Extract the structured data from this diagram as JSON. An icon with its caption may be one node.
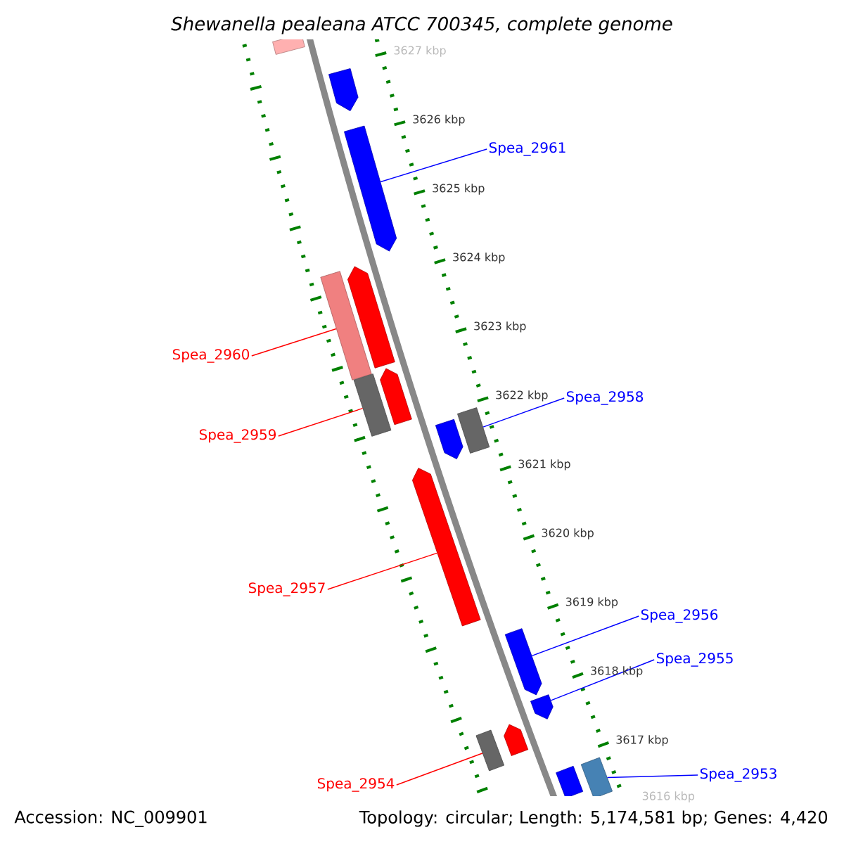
{
  "diagram": {
    "title": "Shewanella pealeana ATCC 700345, complete genome",
    "nodes": [
      {
        "text": [],
        "shape": "box"
      },
      {
        "text": [],
        "shape": "pentagon"
      },
      {
        "text": [],
        "shape": "pentagon"
      },
      {
        "text": [],
        "shape": "pentagon"
      },
      {
        "text": [],
        "shape": "box"
      },
      {
        "text": [],
        "shape": "pentagon"
      },
      {
        "text": [],
        "shape": "box"
      },
      {
        "text": [],
        "shape": "box"
      },
      {
        "text": [],
        "shape": "pentagon"
      },
      {
        "text": [],
        "shape": "pentagon"
      },
      {
        "text": [],
        "shape": "pentagon"
      },
      {
        "text": [],
        "shape": "pentagon"
      },
      {
        "text": [],
        "shape": "pentagon"
      },
      {
        "text": [],
        "shape": "box"
      },
      {
        "text": [],
        "shape": "box"
      },
      {
        "text": [],
        "shape": "box"
      },
      {
        "text": [
          "Spea_2961"
        ]
      },
      {
        "text": [
          "Spea_2960"
        ]
      },
      {
        "text": [
          "Spea_2958"
        ]
      },
      {
        "text": [
          "Spea_2959"
        ]
      },
      {
        "text": [
          "Spea_2957"
        ]
      },
      {
        "text": [
          "Spea_2956"
        ]
      },
      {
        "text": [
          "Spea_2955"
        ]
      },
      {
        "text": [
          "Spea_2953"
        ]
      },
      {
        "text": [
          "Spea_2954"
        ]
      }
    ],
    "edges": [
      {
        "from": 16,
        "to": 2,
        "arrow": "none"
      },
      {
        "from": 17,
        "to": 4,
        "arrow": "none",
        "color": "#ff0000"
      },
      {
        "from": 18,
        "to": 7,
        "arrow": "none"
      },
      {
        "from": 19,
        "to": 6,
        "arrow": "none",
        "color": "#ff0000"
      },
      {
        "from": 20,
        "to": 9,
        "arrow": "none",
        "color": "#ff0000"
      },
      {
        "from": 21,
        "to": 10,
        "arrow": "none"
      },
      {
        "from": 22,
        "to": 11,
        "arrow": "none"
      },
      {
        "from": 23,
        "to": 14,
        "arrow": "none"
      },
      {
        "from": 24,
        "to": 13,
        "arrow": "none",
        "color": "#ff0000"
      }
    ],
    "labels": [
      "3627 kbp",
      "3626 kbp",
      "3625 kbp",
      "3624 kbp",
      "3623 kbp",
      "3622 kbp",
      "3621 kbp",
      "3620 kbp",
      "3619 kbp",
      "3618 kbp",
      "3617 kbp",
      "3616 kbp",
      "Accession: NC_009901",
      "Topology: circular; Length: 5,174,581 bp; Genes: 4,420"
    ]
  }
}
